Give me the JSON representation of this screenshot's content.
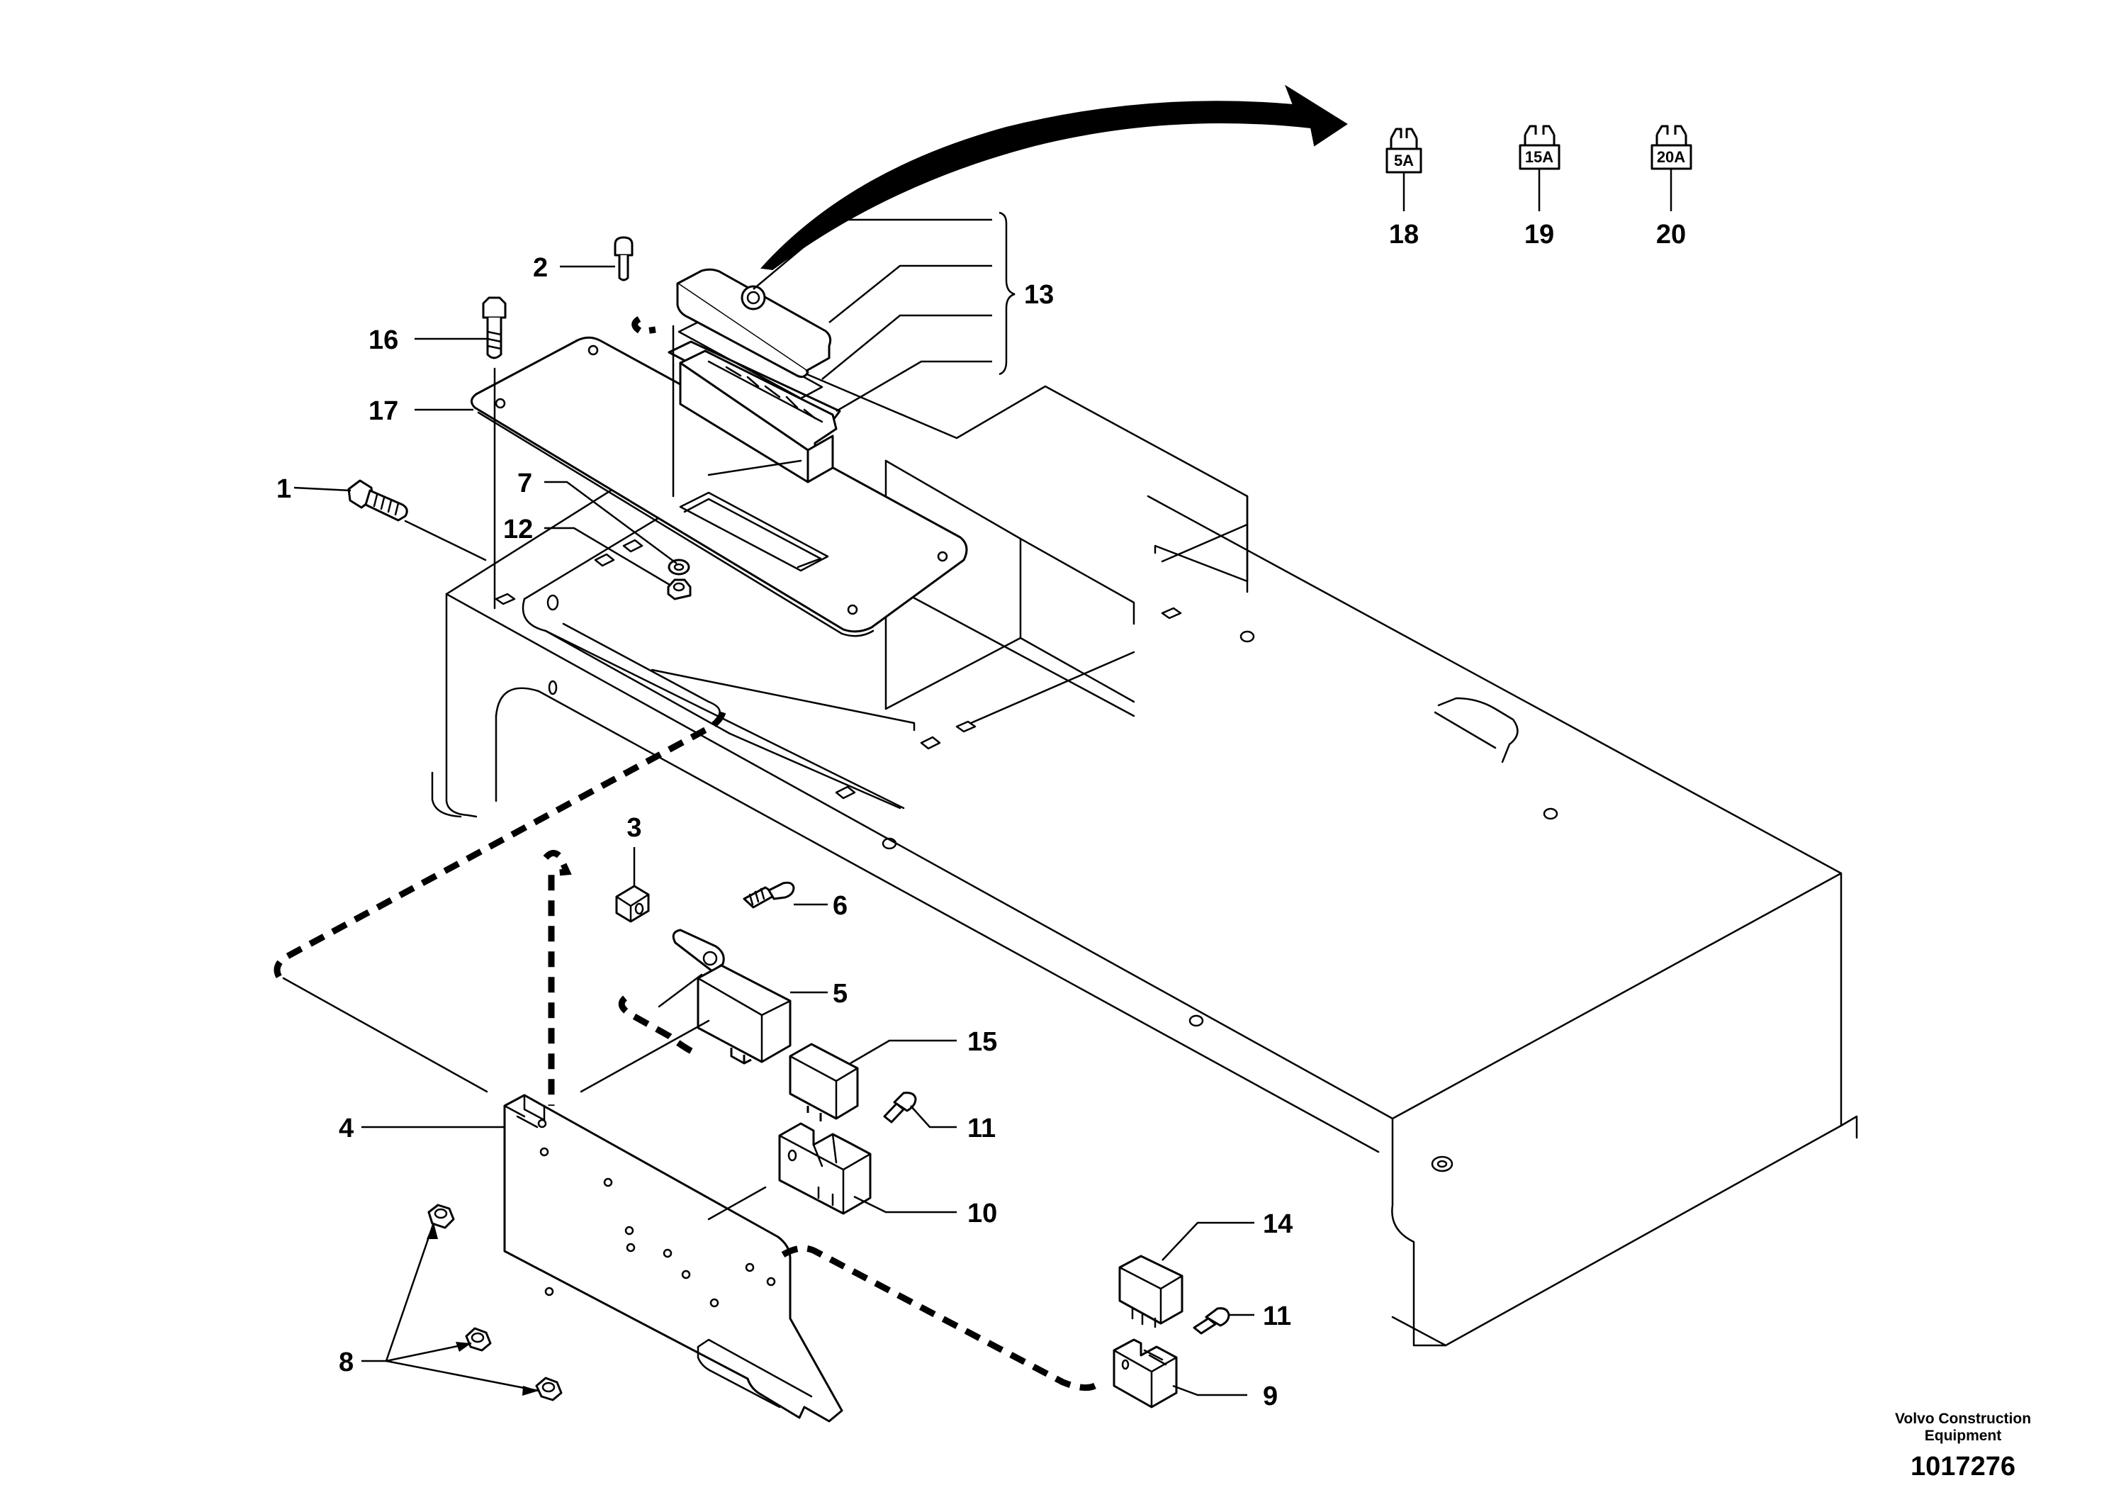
{
  "diagram": {
    "callouts": {
      "c1": "1",
      "c2": "2",
      "c3": "3",
      "c4": "4",
      "c5": "5",
      "c6": "6",
      "c7": "7",
      "c8": "8",
      "c9": "9",
      "c10": "10",
      "c11a": "11",
      "c11b": "11",
      "c12": "12",
      "c13": "13",
      "c14": "14",
      "c15": "15",
      "c16": "16",
      "c17": "17",
      "c18": "18",
      "c19": "19",
      "c20": "20"
    },
    "fuses": [
      {
        "rating": "5A",
        "callout": "18"
      },
      {
        "rating": "15A",
        "callout": "19"
      },
      {
        "rating": "20A",
        "callout": "20"
      }
    ]
  },
  "footer": {
    "company_line1": "Volvo Construction",
    "company_line2": "Equipment",
    "drawing_number": "1017276"
  }
}
